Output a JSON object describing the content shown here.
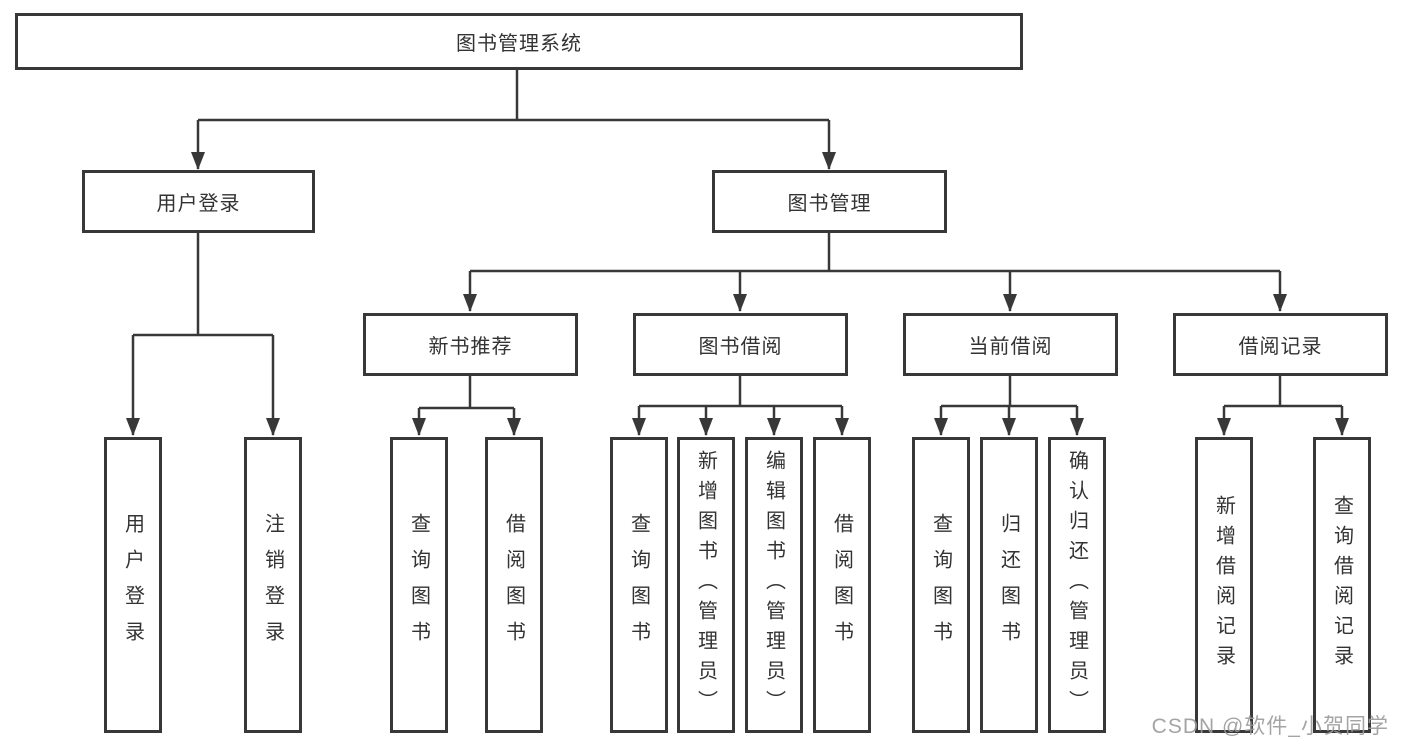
{
  "tree": {
    "root": "图书管理系统",
    "children": [
      {
        "label": "用户登录",
        "children": [
          "用户登录",
          "注销登录"
        ]
      },
      {
        "label": "图书管理",
        "children": [
          {
            "label": "新书推荐",
            "children": [
              "查询图书",
              "借阅图书"
            ]
          },
          {
            "label": "图书借阅",
            "children": [
              "查询图书",
              "新增图书（管理员）",
              "编辑图书（管理员）",
              "借阅图书"
            ]
          },
          {
            "label": "当前借阅",
            "children": [
              "查询图书",
              "归还图书",
              "确认归还（管理员）"
            ]
          },
          {
            "label": "借阅记录",
            "children": [
              "新增借阅记录",
              "查询借阅记录"
            ]
          }
        ]
      }
    ]
  },
  "watermark": "CSDN @软件_小贺同学",
  "colors": {
    "line": "#383838",
    "box_border": "#383838",
    "text": "#333333",
    "background": "#ffffff",
    "watermark": "#9b9b9b"
  }
}
